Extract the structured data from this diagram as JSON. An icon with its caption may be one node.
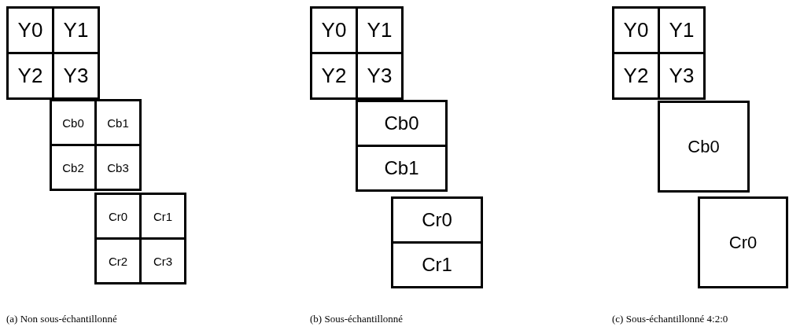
{
  "diagram": {
    "nodes": [
      {
        "text": [
          "Y0"
        ]
      },
      {
        "text": [
          "Y1"
        ]
      },
      {
        "text": [
          "Y2"
        ]
      },
      {
        "text": [
          "Y3"
        ]
      },
      {
        "text": [
          "Cb0"
        ]
      },
      {
        "text": [
          "Cb1"
        ]
      },
      {
        "text": [
          "Cb2"
        ]
      },
      {
        "text": [
          "Cb3"
        ]
      },
      {
        "text": [
          "Cr0"
        ]
      },
      {
        "text": [
          "Cr1"
        ]
      },
      {
        "text": [
          "Cr2"
        ]
      },
      {
        "text": [
          "Cr3"
        ]
      },
      {
        "text": [
          "Y0"
        ]
      },
      {
        "text": [
          "Y1"
        ]
      },
      {
        "text": [
          "Y2"
        ]
      },
      {
        "text": [
          "Y3"
        ]
      },
      {
        "text": [
          "Cb0"
        ]
      },
      {
        "text": [
          "Cb1"
        ]
      },
      {
        "text": [
          "Cr0"
        ]
      },
      {
        "text": [
          "Cr1"
        ]
      },
      {
        "text": [
          "Y0"
        ]
      },
      {
        "text": [
          "Y1"
        ]
      },
      {
        "text": [
          "Y2"
        ]
      },
      {
        "text": [
          "Y3"
        ]
      },
      {
        "text": [
          "Cb0"
        ]
      },
      {
        "text": [
          "Cr0"
        ]
      }
    ],
    "labels": [
      "(a) Non sous-échantillonné",
      "(b) Sous-échantillonné",
      "(c) Sous-échantillonné 4:2:0"
    ]
  }
}
